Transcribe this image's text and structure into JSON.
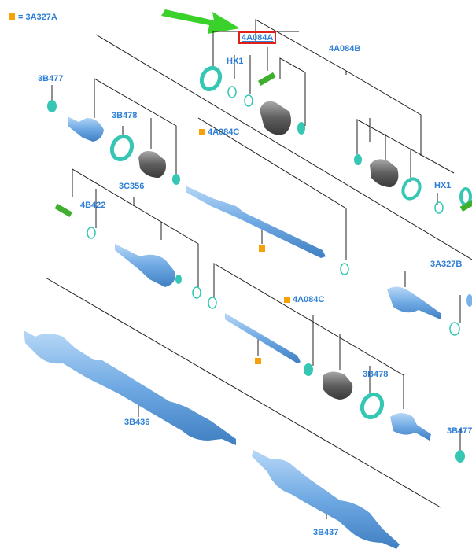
{
  "legend": {
    "text": "= 3A327A",
    "color": "#f5a20a"
  },
  "callouts": {
    "label_4A084A": "4A084A",
    "label_4A084B": "4A084B",
    "label_HX1_top": "HX1",
    "label_HX1_right": "HX1",
    "label_3B477_top": "3B477",
    "label_3B477_right": "3B477",
    "label_3B478_top": "3B478",
    "label_3B478_bottom": "3B478",
    "label_4A084C_top": "4A084C",
    "label_4A084C_mid": "4A084C",
    "label_3C356": "3C356",
    "label_4B422": "4B422",
    "label_3A327B": "3A327B",
    "label_3B436": "3B436",
    "label_3B437": "3B437"
  },
  "colors": {
    "label": "#2e7fd6",
    "highlight_box": "#e0201b",
    "arrow": "#39d12a",
    "shaft_blue": "#7ab3e8",
    "boot_gray": "#6b6b6b",
    "ring_teal": "#35c7b3",
    "clip_green": "#3fb02e",
    "marker_orange": "#f5a20a",
    "leader_line": "#222222"
  }
}
